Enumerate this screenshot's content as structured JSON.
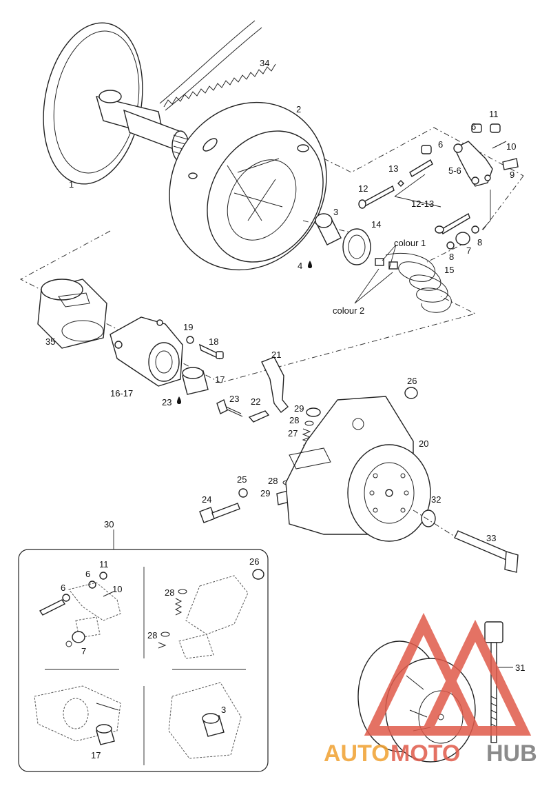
{
  "labels": {
    "p1": "1",
    "p2": "2",
    "p3": "3",
    "p4": "4",
    "p5_6": "5-6",
    "p6a": "6",
    "p6b": "6",
    "p7": "7",
    "p8a": "8",
    "p8b": "8",
    "p9": "9",
    "p10": "10",
    "p11": "11",
    "p12": "12",
    "p12_13": "12-13",
    "p13": "13",
    "p14": "14",
    "p15": "15",
    "colour1": "colour 1",
    "colour2": "colour 2",
    "p16_17": "16-17",
    "p17": "17",
    "p18": "18",
    "p19": "19",
    "p20": "20",
    "p21": "21",
    "p22": "22",
    "p23a": "23",
    "p23b": "23",
    "p24": "24",
    "p25": "25",
    "p26": "26",
    "p27": "27",
    "p28a": "28",
    "p28b": "28",
    "p29a": "29",
    "p29b": "29",
    "p30": "30",
    "p31": "31",
    "p32": "32",
    "p33": "33",
    "p34": "34",
    "p35": "35"
  },
  "inset": {
    "q1_11": "11",
    "q1_6a": "6",
    "q1_6b": "6",
    "q1_10": "10",
    "q1_7": "7",
    "q2_26": "26",
    "q2_28a": "28",
    "q2_28b": "28",
    "q3_17": "17",
    "q4_3": "3"
  },
  "watermark": {
    "part1": "AUTO",
    "part2": "MOTO",
    "part3": "HUB"
  },
  "colors": {
    "watermark_red": "#e05a4a",
    "watermark_orange": "#f0a030",
    "watermark_gray": "#777777"
  }
}
